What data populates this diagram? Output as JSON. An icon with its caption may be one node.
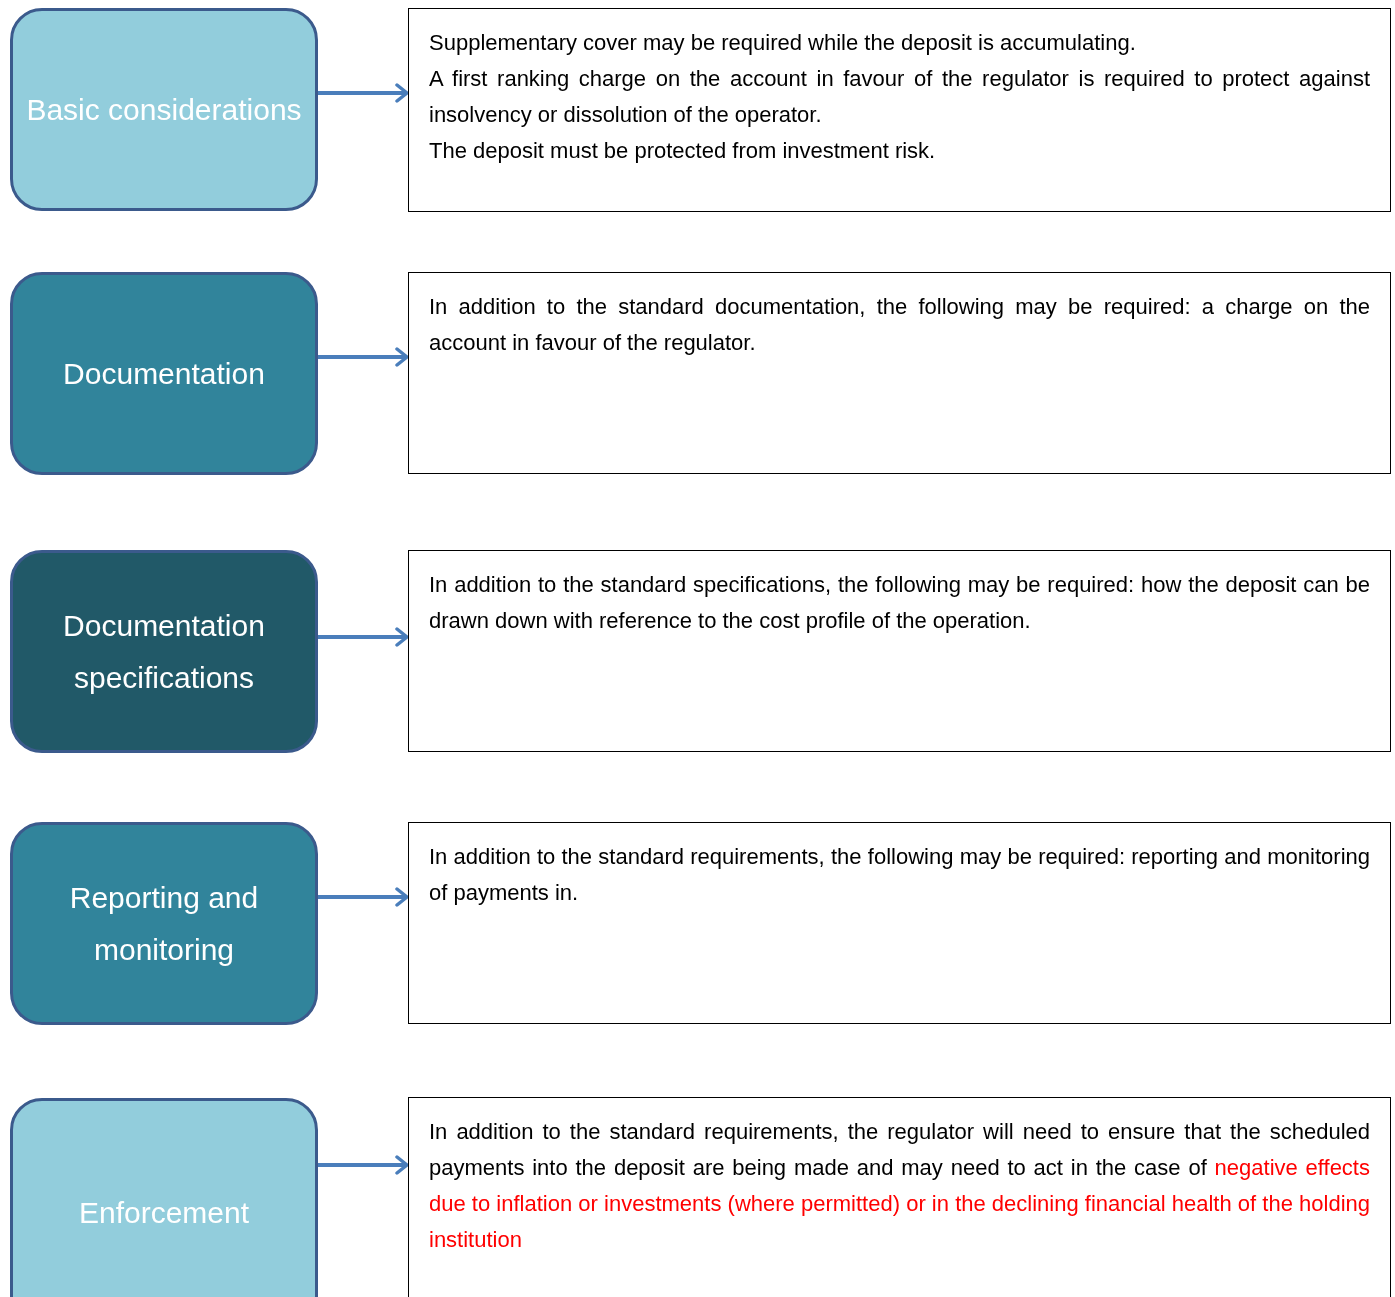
{
  "diagram": {
    "nodes": [
      {
        "text": [
          "Basic considerations"
        ]
      },
      {
        "text": [
          "Supplementary cover may be required while the deposit is accumulating.",
          "A first ranking charge on the account in favour of the regulator is required to protect against insolvency or dissolution of the operator.",
          "The deposit must be protected from investment risk."
        ]
      },
      {
        "text": [
          "Documentation"
        ]
      },
      {
        "text": [
          "In addition to the standard documentation, the following may be required: a charge on the account in favour of the regulator."
        ]
      },
      {
        "text": [
          "Documentation specifications"
        ]
      },
      {
        "text": [
          "In addition to the standard specifications, the following may be required: how the deposit can be drawn down with reference to the cost profile of the operation."
        ]
      },
      {
        "text": [
          "Reporting and monitoring"
        ]
      },
      {
        "text": [
          "In addition to the standard requirements, the following may be required: reporting and monitoring of payments in."
        ]
      },
      {
        "text": [
          "Enforcement"
        ]
      },
      {
        "text": [
          "In addition to the standard requirements, the regulator will need to ensure that the scheduled payments into the deposit are being made and may need to act in the case of",
          "negative effects due to inflation or investments (where permitted) or in the declining financial health of the holding institution"
        ]
      }
    ],
    "edges": [
      {
        "from": 0,
        "to": 1,
        "arrow": "to",
        "color": "#4a7ebb"
      },
      {
        "from": 2,
        "to": 3,
        "arrow": "to",
        "color": "#4a7ebb"
      },
      {
        "from": 4,
        "to": 5,
        "arrow": "to",
        "color": "#4a7ebb"
      },
      {
        "from": 6,
        "to": 7,
        "arrow": "to",
        "color": "#4a7ebb"
      },
      {
        "from": 8,
        "to": 9,
        "arrow": "to",
        "color": "#4a7ebb"
      }
    ]
  }
}
